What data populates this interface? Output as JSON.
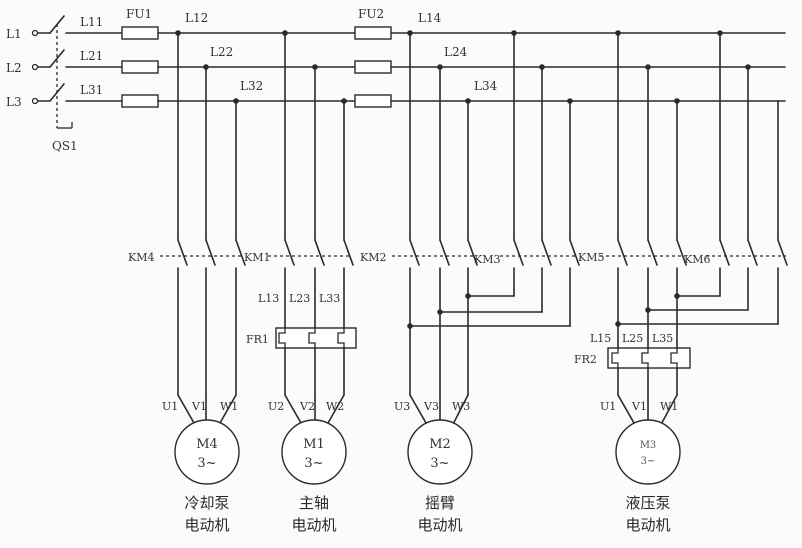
{
  "colors": {
    "line": "#2a2a2a",
    "background": "#fbfbfb"
  },
  "phases": [
    "L1",
    "L2",
    "L3"
  ],
  "main_switch": "QS1",
  "fuses": {
    "fu1": "FU1",
    "fu2": "FU2"
  },
  "bus_labels": {
    "l11": "L11",
    "l21": "L21",
    "l31": "L31",
    "l12": "L12",
    "l22": "L22",
    "l32": "L32",
    "l14": "L14",
    "l24": "L24",
    "l34": "L34"
  },
  "contactors": {
    "km4": "KM4",
    "km1": "KM1",
    "km2": "KM2",
    "km3": "KM3",
    "km5": "KM5",
    "km6": "KM6"
  },
  "relays": {
    "fr1": {
      "name": "FR1",
      "terminals": [
        "L13",
        "L23",
        "L33"
      ]
    },
    "fr2": {
      "name": "FR2",
      "terminals": [
        "L15",
        "L25",
        "L35"
      ]
    }
  },
  "motors": [
    {
      "name": "M4",
      "phase": "3~",
      "terminals": [
        "U1",
        "V1",
        "W1"
      ],
      "caption_1": "冷却泵",
      "caption_2": "电动机"
    },
    {
      "name": "M1",
      "phase": "3~",
      "terminals": [
        "U2",
        "V2",
        "W2"
      ],
      "caption_1": "主轴",
      "caption_2": "电动机"
    },
    {
      "name": "M2",
      "phase": "3~",
      "terminals": [
        "U3",
        "V3",
        "W3"
      ],
      "caption_1": "摇臂",
      "caption_2": "电动机"
    },
    {
      "name": "M3",
      "phase": "3~",
      "terminals": [
        "U1",
        "V1",
        "W1"
      ],
      "caption_1": "液压泵",
      "caption_2": "电动机"
    }
  ]
}
